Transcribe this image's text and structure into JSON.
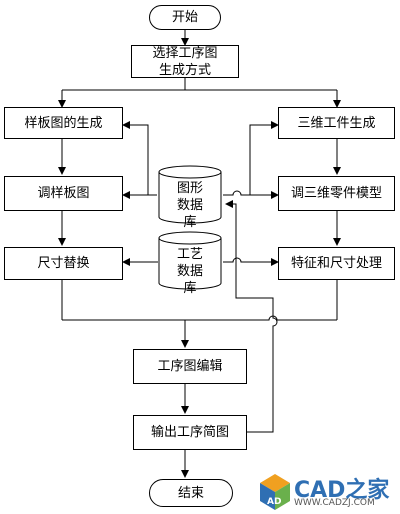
{
  "nodes": {
    "start": "开始",
    "select_method_line1": "选择工序图",
    "select_method_line2": "生成方式",
    "template_gen": "样板图的生成",
    "adjust_template": "调样板图",
    "dim_replace": "尺寸替换",
    "solid_gen": "三维工件生成",
    "adjust_solid": "调三维零件模型",
    "feature_dim": "特征和尺寸处理",
    "edit_process": "工序图编辑",
    "output_process": "输出工序简图",
    "end": "结束"
  },
  "databases": {
    "graphics_db": [
      "图形",
      "数据",
      "库"
    ],
    "process_db": [
      "工艺",
      "数据",
      "库"
    ]
  },
  "watermark": {
    "brand": "CAD之家",
    "url": "WWW.CADZJ.COM",
    "logo_text": "AD"
  },
  "colors": {
    "line": "#000000",
    "brand_blue": "#2f6fb3",
    "logo_orange": "#f0a020",
    "logo_green": "#6ab04c",
    "logo_blue": "#2f6fb3"
  }
}
